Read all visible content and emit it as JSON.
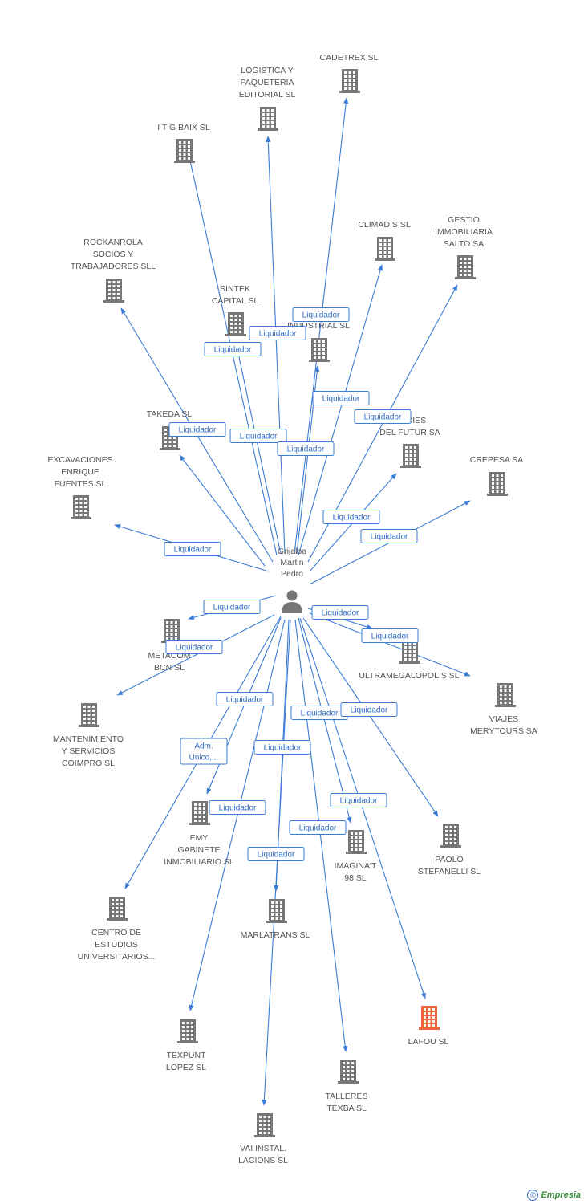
{
  "center": {
    "label_lines": [
      "Grijalba",
      "Martin",
      "Pedro"
    ],
    "icon": "person-icon"
  },
  "colors": {
    "edge": "#3a7bd5",
    "building": "#777777",
    "highlight": "#f0663a",
    "label": "#555555"
  },
  "nodes": [
    {
      "id": "cadetrex",
      "lines": [
        "CADETREX SL"
      ],
      "highlight": false
    },
    {
      "id": "logistica",
      "lines": [
        "LOGISTICA Y",
        "PAQUETERIA",
        "EDITORIAL SL"
      ],
      "highlight": false
    },
    {
      "id": "itgbaix",
      "lines": [
        "I T G BAIX SL"
      ],
      "highlight": false
    },
    {
      "id": "climadis",
      "lines": [
        "CLIMADIS SL"
      ],
      "highlight": false
    },
    {
      "id": "gestio",
      "lines": [
        "GESTIO",
        "IMMOBILIARIA",
        "SALTO SA"
      ],
      "highlight": false
    },
    {
      "id": "rockanrola",
      "lines": [
        "ROCKANROLA",
        "SOCIOS Y",
        "TRABAJADORES SLL"
      ],
      "highlight": false
    },
    {
      "id": "sintek",
      "lines": [
        "SINTEK",
        "CAPITAL SL"
      ],
      "highlight": false
    },
    {
      "id": "industrial",
      "lines": [
        "INDUSTRIAL SL"
      ],
      "highlight": false
    },
    {
      "id": "takeda",
      "lines": [
        "TAKEDA SL"
      ],
      "highlight": false
    },
    {
      "id": "juicies",
      "lines": [
        "JUICIES",
        "DEL FUTUR SA"
      ],
      "highlight": false
    },
    {
      "id": "crepesa",
      "lines": [
        "CREPESA SA"
      ],
      "highlight": false
    },
    {
      "id": "excavaciones",
      "lines": [
        "EXCAVACIONES",
        "ENRIQUE",
        "FUENTES SL"
      ],
      "highlight": false
    },
    {
      "id": "metacom",
      "lines": [
        "METACOM",
        "BCN SL"
      ],
      "highlight": false
    },
    {
      "id": "ultramegalopolis",
      "lines": [
        "ULTRAMEGALOPOLIS SL"
      ],
      "highlight": false
    },
    {
      "id": "viajes",
      "lines": [
        "VIAJES",
        "MERYTOURS SA"
      ],
      "highlight": false
    },
    {
      "id": "mantenimiento",
      "lines": [
        "MANTENIMIENTO",
        "Y SERVICIOS",
        "COIMPRO SL"
      ],
      "highlight": false
    },
    {
      "id": "emy",
      "lines": [
        "EMY",
        "GABINETE",
        "INMOBILIARIO SL"
      ],
      "highlight": false
    },
    {
      "id": "imaginat",
      "lines": [
        "IMAGINA'T",
        "98 SL"
      ],
      "highlight": false
    },
    {
      "id": "paolo",
      "lines": [
        "PAOLO",
        "STEFANELLI SL"
      ],
      "highlight": false
    },
    {
      "id": "centro",
      "lines": [
        "CENTRO DE",
        "ESTUDIOS",
        "UNIVERSITARIOS..."
      ],
      "highlight": false
    },
    {
      "id": "marlatrans",
      "lines": [
        "MARLATRANS SL"
      ],
      "highlight": false
    },
    {
      "id": "texpunt",
      "lines": [
        "TEXPUNT",
        "LOPEZ SL"
      ],
      "highlight": false
    },
    {
      "id": "lafou",
      "lines": [
        "LAFOU SL"
      ],
      "highlight": true
    },
    {
      "id": "talleres",
      "lines": [
        "TALLERES",
        "TEXBA SL"
      ],
      "highlight": false
    },
    {
      "id": "vai",
      "lines": [
        "VAI INSTAL.",
        "LACIONS SL"
      ],
      "highlight": false
    }
  ],
  "edges": [
    {
      "to": "cadetrex",
      "label": [
        "Liquidador"
      ]
    },
    {
      "to": "logistica",
      "label": [
        "Liquidador"
      ]
    },
    {
      "to": "itgbaix",
      "label": [
        "Liquidador"
      ]
    },
    {
      "to": "climadis",
      "label": [
        "Liquidador"
      ]
    },
    {
      "to": "gestio",
      "label": [
        "Liquidador"
      ]
    },
    {
      "to": "rockanrola",
      "label": [
        "Liquidador"
      ]
    },
    {
      "to": "sintek",
      "label": [
        "Liquidador"
      ]
    },
    {
      "to": "industrial",
      "label": [
        "Liquidador"
      ]
    },
    {
      "to": "takeda",
      "label": [
        "Liquidador"
      ]
    },
    {
      "to": "juicies",
      "label": [
        "Liquidador"
      ]
    },
    {
      "to": "crepesa",
      "label": [
        "Liquidador"
      ]
    },
    {
      "to": "excavaciones",
      "label": [
        "Liquidador"
      ]
    },
    {
      "to": "metacom",
      "label": [
        "Liquidador"
      ]
    },
    {
      "to": "ultramegalopolis",
      "label": [
        "Liquidador"
      ]
    },
    {
      "to": "viajes",
      "label": [
        "Liquidador"
      ]
    },
    {
      "to": "mantenimiento",
      "label": [
        "Liquidador"
      ]
    },
    {
      "to": "emy",
      "label": [
        "Adm.",
        "Unico,..."
      ]
    },
    {
      "to": "imaginat",
      "label": [
        "Liquidador"
      ]
    },
    {
      "to": "paolo",
      "label": [
        "Liquidador"
      ]
    },
    {
      "to": "centro",
      "label": [
        "Liquidador"
      ]
    },
    {
      "to": "marlatrans",
      "label": [
        "Liquidador"
      ]
    },
    {
      "to": "texpunt",
      "label": [
        "Liquidador"
      ]
    },
    {
      "to": "lafou",
      "label": [
        "Liquidador"
      ]
    },
    {
      "to": "talleres",
      "label": [
        "Liquidador"
      ]
    },
    {
      "to": "vai",
      "label": [
        "Liquidador"
      ]
    }
  ],
  "watermark": {
    "symbol": "©",
    "brand": "Empresia"
  }
}
